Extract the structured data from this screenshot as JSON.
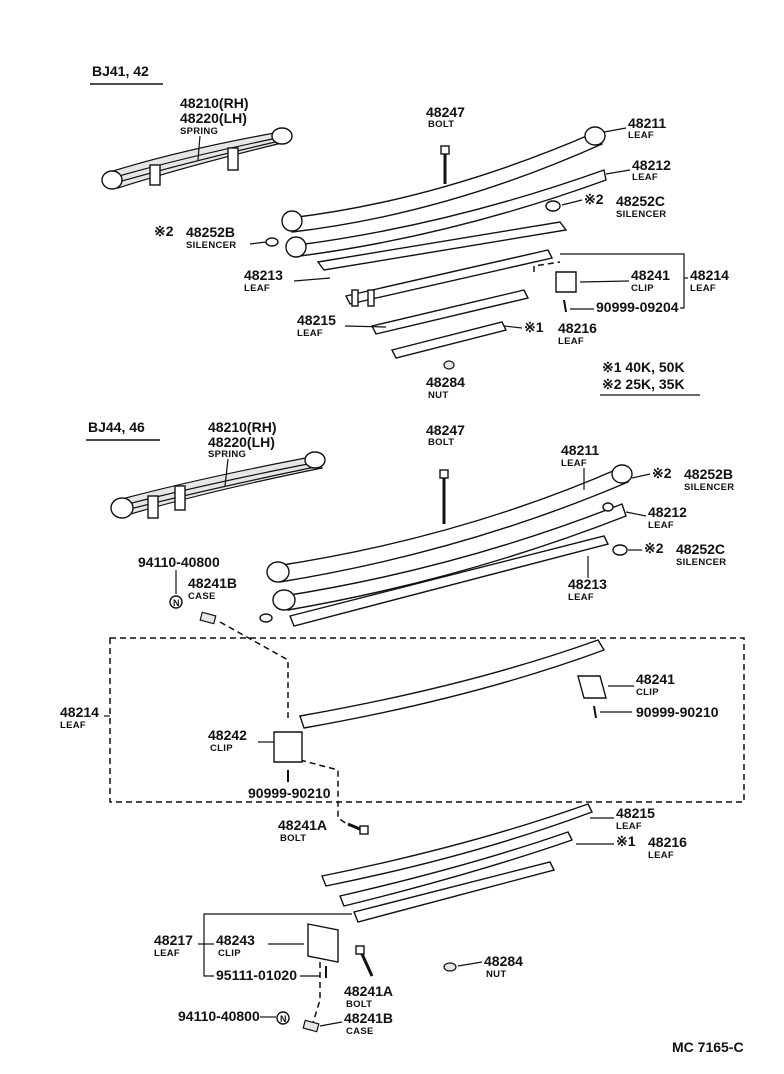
{
  "sections": {
    "top": {
      "model": "BJ41, 42",
      "spring": {
        "rh": "48210(RH)",
        "lh": "48220(LH)",
        "desc": "SPRING"
      },
      "bolt": {
        "pn": "48247",
        "desc": "BOLT"
      },
      "leaf_48211": {
        "pn": "48211",
        "desc": "LEAF"
      },
      "leaf_48212": {
        "pn": "48212",
        "desc": "LEAF"
      },
      "silencer_c": {
        "mark": "※2",
        "pn": "48252C",
        "desc": "SILENCER"
      },
      "silencer_b": {
        "mark": "※2",
        "pn": "48252B",
        "desc": "SILENCER"
      },
      "leaf_48213": {
        "pn": "48213",
        "desc": "LEAF"
      },
      "clip_48241": {
        "pn": "48241",
        "desc": "CLIP"
      },
      "leaf_48214": {
        "pn": "48214",
        "desc": "LEAF"
      },
      "bolt_90999": {
        "pn": "90999-09204"
      },
      "leaf_48215": {
        "pn": "48215",
        "desc": "LEAF"
      },
      "leaf_48216": {
        "mark": "※1",
        "pn": "48216",
        "desc": "LEAF"
      },
      "nut": {
        "pn": "48284",
        "desc": "NUT"
      },
      "notes": {
        "note1": "※1 40K, 50K",
        "note2": "※2 25K, 35K"
      }
    },
    "bottom": {
      "model": "BJ44, 46",
      "spring": {
        "rh": "48210(RH)",
        "lh": "48220(LH)",
        "desc": "SPRING"
      },
      "bolt": {
        "pn": "48247",
        "desc": "BOLT"
      },
      "leaf_48211": {
        "pn": "48211",
        "desc": "LEAF"
      },
      "silencer_b": {
        "mark": "※2",
        "pn": "48252B",
        "desc": "SILENCER"
      },
      "leaf_48212": {
        "pn": "48212",
        "desc": "LEAF"
      },
      "silencer_c": {
        "mark": "※2",
        "pn": "48252C",
        "desc": "SILENCER"
      },
      "leaf_48213": {
        "pn": "48213",
        "desc": "LEAF"
      },
      "nut_94110_a": {
        "pn": "94110-40800"
      },
      "case_48241b_a": {
        "pn": "48241B",
        "desc": "CASE"
      },
      "leaf_48214": {
        "pn": "48214",
        "desc": "LEAF"
      },
      "clip_48241": {
        "pn": "48241",
        "desc": "CLIP"
      },
      "bolt_90999_a": {
        "pn": "90999-90210"
      },
      "clip_48242": {
        "pn": "48242",
        "desc": "CLIP"
      },
      "bolt_90999_b": {
        "pn": "90999-90210"
      },
      "bolt_48241a_a": {
        "pn": "48241A",
        "desc": "BOLT"
      },
      "leaf_48215": {
        "pn": "48215",
        "desc": "LEAF"
      },
      "leaf_48216": {
        "mark": "※1",
        "pn": "48216",
        "desc": "LEAF"
      },
      "leaf_48217": {
        "pn": "48217",
        "desc": "LEAF"
      },
      "clip_48243": {
        "pn": "48243",
        "desc": "CLIP"
      },
      "bolt_95111": {
        "pn": "95111-01020"
      },
      "bolt_48241a_b": {
        "pn": "48241A",
        "desc": "BOLT"
      },
      "nut_48284": {
        "pn": "48284",
        "desc": "NUT"
      },
      "nut_94110_b": {
        "pn": "94110-40800"
      },
      "case_48241b_b": {
        "pn": "48241B",
        "desc": "CASE"
      }
    }
  },
  "footer": {
    "code": "MC  7165-C"
  }
}
